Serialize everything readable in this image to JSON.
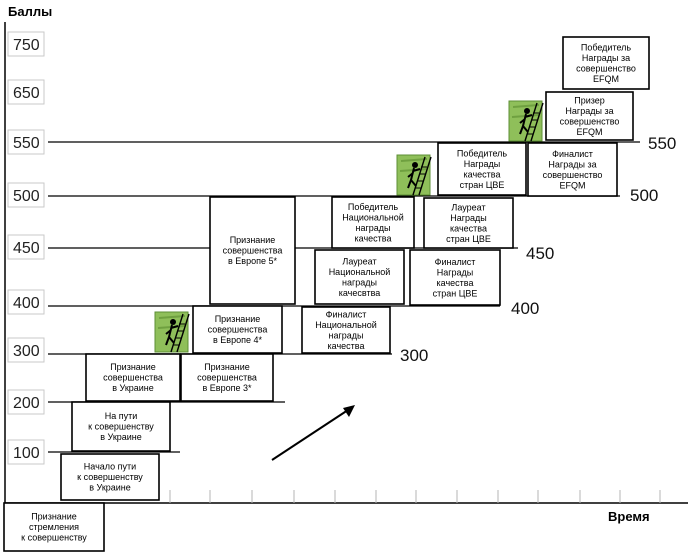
{
  "axes": {
    "y_title": "Баллы",
    "x_title": "Время",
    "y_ticks": [
      "750",
      "650",
      "550",
      "500",
      "450",
      "400",
      "300",
      "200",
      "100"
    ]
  },
  "level_labels": [
    "550",
    "500",
    "450",
    "400",
    "300"
  ],
  "boxes": [
    {
      "id": "start",
      "lines": [
        "Признание",
        "стремления",
        "к совершенству"
      ]
    },
    {
      "id": "beginning-ua",
      "lines": [
        "Начало пути",
        "к совершенству",
        "в Украине"
      ]
    },
    {
      "id": "on-the-way-ua",
      "lines": [
        "На пути",
        "к совершенству",
        "в Украине"
      ]
    },
    {
      "id": "recognition-ua",
      "lines": [
        "Признание",
        "совершенства",
        "в Украине"
      ]
    },
    {
      "id": "recognition-eu3",
      "lines": [
        "Признание",
        "совершенства",
        "в Европе 3*"
      ]
    },
    {
      "id": "recognition-eu4",
      "lines": [
        "Признание",
        "совершенства",
        "в Европе 4*"
      ]
    },
    {
      "id": "recognition-eu5",
      "lines": [
        "Признание",
        "совершенства",
        "в Европе 5*"
      ]
    },
    {
      "id": "finalist-national",
      "lines": [
        "Финалист",
        "Национальной",
        "награды",
        "качества"
      ]
    },
    {
      "id": "laureate-national",
      "lines": [
        "Лауреат",
        "Национальной",
        "награды",
        "качесвтва"
      ]
    },
    {
      "id": "winner-national",
      "lines": [
        "Победитель",
        "Национальной",
        "награды",
        "качества"
      ]
    },
    {
      "id": "finalist-cee",
      "lines": [
        "Финалист",
        "Награды",
        "качества",
        "стран ЦВЕ"
      ]
    },
    {
      "id": "laureate-cee",
      "lines": [
        "Лауреат",
        "Награды",
        "качества",
        "стран ЦВЕ"
      ]
    },
    {
      "id": "winner-cee",
      "lines": [
        "Победитель",
        "Награды",
        "качества",
        "стран ЦВЕ"
      ]
    },
    {
      "id": "finalist-efqm",
      "lines": [
        "Финалист",
        "Награды за",
        "совершенство",
        "EFQM"
      ]
    },
    {
      "id": "prize-efqm",
      "lines": [
        "Призер",
        "Награды за",
        "совершенство",
        "EFQM"
      ]
    },
    {
      "id": "winner-efqm",
      "lines": [
        "Победитель",
        "Награды за",
        "совершенство",
        "EFQM"
      ]
    }
  ],
  "icons": {
    "climber": "ladder-climber-icon",
    "arrow": "growth-arrow-icon"
  }
}
